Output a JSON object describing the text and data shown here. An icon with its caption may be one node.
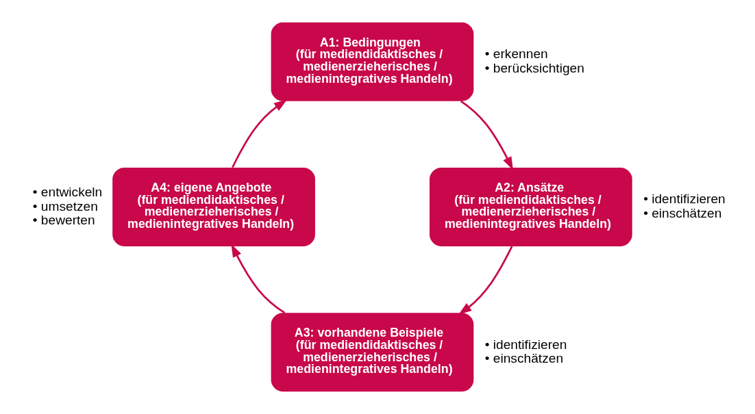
{
  "diagram": {
    "nodes": [
      {
        "text": [
          "A1: Bedingungen",
          "(für mediendidaktisches / medienerzieherisches / medienintegratives Handeln)"
        ],
        "beside": [
          "• erkennen",
          "• berücksichtigen"
        ]
      },
      {
        "text": [
          "A2: Ansätze",
          "(für mediendidaktisches / medienerzieherisches / medienintegratives Handeln)"
        ],
        "beside": [
          "• identifizieren",
          "• einschätzen"
        ]
      },
      {
        "text": [
          "A3: vorhandene Beispiele",
          "(für mediendidaktisches / medienerzieherisches / medienintegratives Handeln)"
        ],
        "beside": [
          "• identifizieren",
          "• einschätzen"
        ]
      },
      {
        "text": [
          "A4: eigene Angebote",
          "(für mediendidaktisches / medienerzieherisches / medienintegratives Handeln)"
        ],
        "beside": [
          "• entwickeln",
          "• umsetzen",
          "• bewerten"
        ]
      }
    ],
    "edges": [
      {
        "from": 0,
        "to": 1,
        "arrow": "to"
      },
      {
        "from": 1,
        "to": 2,
        "arrow": "to"
      },
      {
        "from": 2,
        "to": 3,
        "arrow": "to"
      },
      {
        "from": 3,
        "to": 0,
        "arrow": "to"
      }
    ]
  }
}
